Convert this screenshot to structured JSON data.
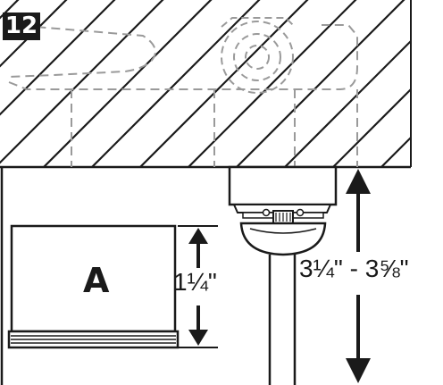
{
  "step_number": "12",
  "part_label": "A",
  "dimension_short": "1¼\"",
  "dimension_range": "3¼\" - 3⅝\"",
  "colors": {
    "ink": "#1a1a1a",
    "dashed": "#9a9a9a",
    "background": "#ffffff"
  },
  "icons": [
    "hatched-ceiling-section",
    "hidden-joist-outline",
    "hidden-junction-box",
    "ceiling-canopy",
    "downrod-ball-mount",
    "dimension-arrow"
  ]
}
